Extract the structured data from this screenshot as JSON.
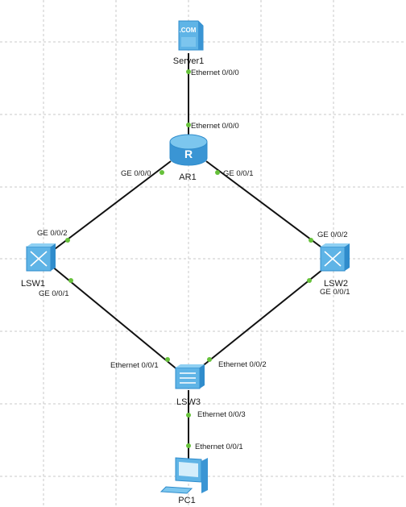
{
  "colors": {
    "link": "#111111",
    "port_dot": "#66c13a",
    "device_blue": "#5fb4e6",
    "device_dark": "#2f8ccc",
    "grid": "#c8c8c8"
  },
  "devices": {
    "server1": {
      "label": "Server1",
      "icon": "server-icon",
      "badge": ".COM"
    },
    "ar1": {
      "label": "AR1",
      "icon": "router-icon",
      "badge": "R"
    },
    "lsw1": {
      "label": "LSW1",
      "icon": "switch-icon"
    },
    "lsw2": {
      "label": "LSW2",
      "icon": "switch-icon"
    },
    "lsw3": {
      "label": "LSW3",
      "icon": "switch-icon"
    },
    "pc1": {
      "label": "PC1",
      "icon": "pc-icon"
    }
  },
  "ports": {
    "server1_eth": "Ethernet 0/0/0",
    "ar1_eth": "Ethernet 0/0/0",
    "ar1_ge0": "GE 0/0/0",
    "ar1_ge1": "GE 0/0/1",
    "lsw1_ge2": "GE 0/0/2",
    "lsw1_ge1": "GE 0/0/1",
    "lsw2_ge2": "GE 0/0/2",
    "lsw2_ge1": "GE 0/0/1",
    "lsw3_eth1": "Ethernet 0/0/1",
    "lsw3_eth2": "Ethernet 0/0/2",
    "lsw3_eth3": "Ethernet 0/0/3",
    "pc1_eth": "Ethernet 0/0/1"
  }
}
